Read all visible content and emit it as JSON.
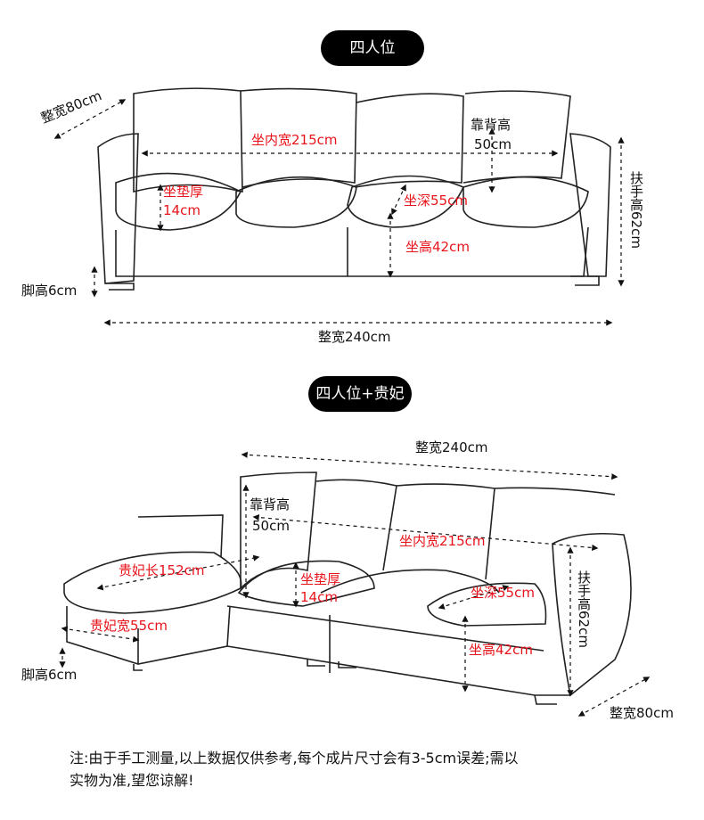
{
  "colors": {
    "accent_red": "#e8141b",
    "pill_bg": "#000000",
    "text": "#111111"
  },
  "sofa_four_seat": {
    "title": "四人位",
    "labels": {
      "overall_depth": "整宽80cm",
      "inner_seat_width": "坐内宽215cm",
      "back_height_title": "靠背高",
      "back_height_value": "50cm",
      "cushion_thickness_title": "坐垫厚",
      "cushion_thickness_value": "14cm",
      "seat_depth": "坐深55cm",
      "seat_height": "坐高42cm",
      "armrest_height": "扶手高62cm",
      "leg_height": "脚高6cm",
      "overall_width": "整宽240cm"
    }
  },
  "sofa_chaise": {
    "title": "四人位+贵妃",
    "labels": {
      "overall_width": "整宽240cm",
      "back_height_title": "靠背高",
      "back_height_value": "50cm",
      "inner_seat_width": "坐内宽215cm",
      "chaise_length": "贵妃长152cm",
      "cushion_thickness_title": "坐垫厚",
      "cushion_thickness_value": "14cm",
      "seat_depth": "坐深55cm",
      "chaise_width": "贵妃宽55cm",
      "seat_height": "坐高42cm",
      "armrest_height": "扶手高62cm",
      "leg_height": "脚高6cm",
      "overall_depth": "整宽80cm"
    }
  },
  "note": {
    "line1": "注:由于手工测量,以上数据仅供参考,每个成片尺寸会有3-5cm误差;需以",
    "line2": "实物为准,望您谅解!"
  }
}
